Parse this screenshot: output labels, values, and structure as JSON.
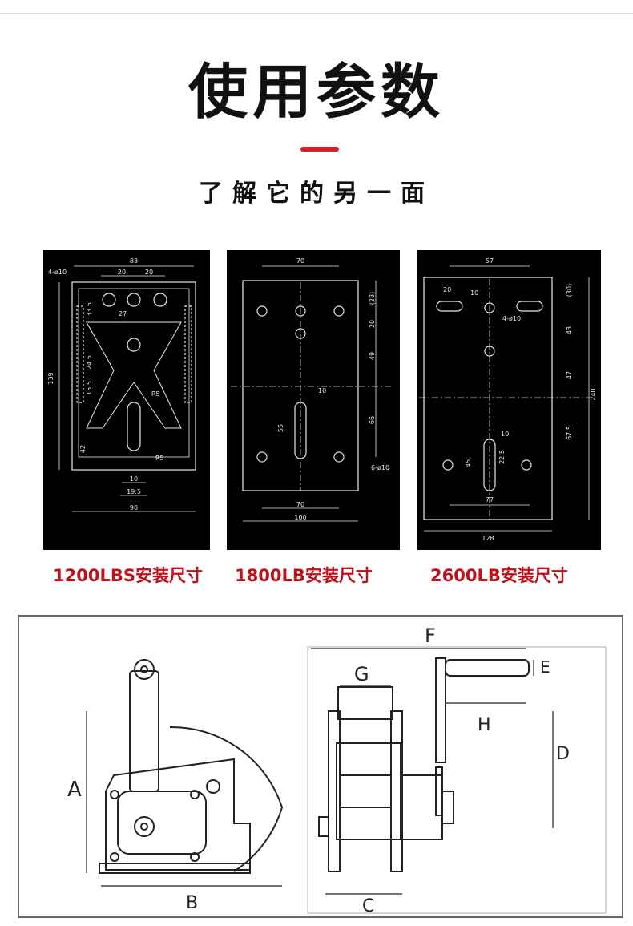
{
  "header": {
    "title": "使用参数",
    "subtitle": "了解它的另一面",
    "accent_color": "#d21f2a"
  },
  "drawings": [
    {
      "caption": "1200LBS安装尺寸",
      "dims": [
        "83",
        "20",
        "20",
        "4-ø10",
        "33.5",
        "27",
        "24.5",
        "139",
        "15.5",
        "42",
        "R5",
        "R5",
        "10",
        "19.5",
        "90"
      ]
    },
    {
      "caption": "1800LB安装尺寸",
      "dims": [
        "70",
        "(28)",
        "20",
        "49",
        "10",
        "55",
        "66",
        "6-ø10",
        "70",
        "100"
      ]
    },
    {
      "caption": "2600LB安装尺寸",
      "dims": [
        "57",
        "20",
        "10",
        "4-ø10",
        "(30)",
        "43",
        "47",
        "240",
        "10",
        "67.5",
        "45",
        "22.5",
        "77",
        "128"
      ]
    }
  ],
  "winch_diagram": {
    "labels": [
      "A",
      "B",
      "F",
      "G",
      "E",
      "H",
      "D",
      "C"
    ]
  }
}
